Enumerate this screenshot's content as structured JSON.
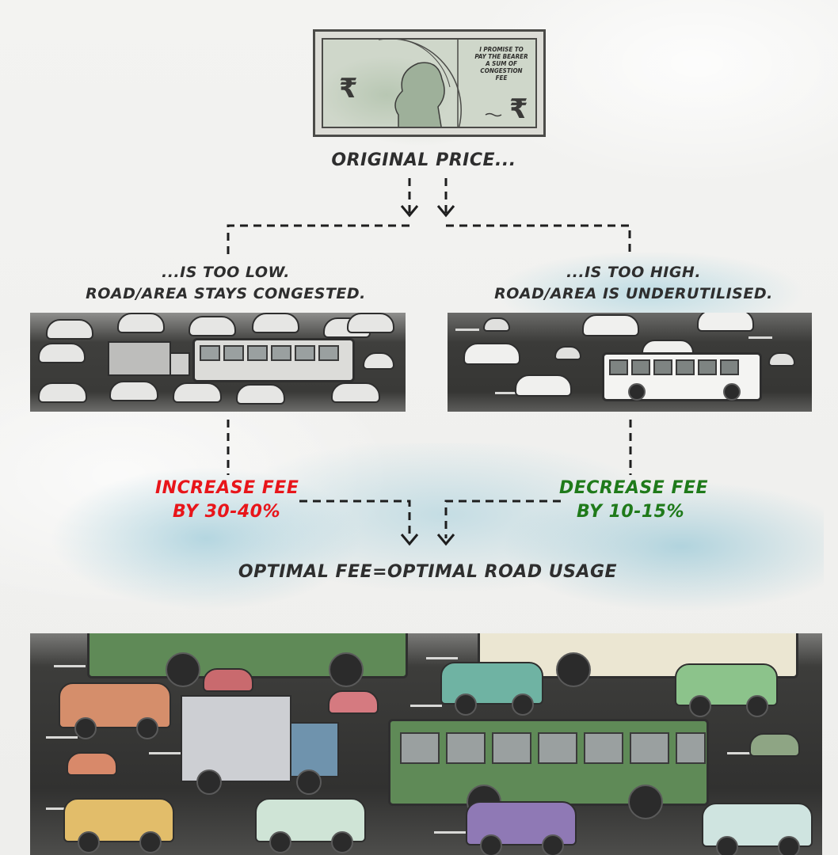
{
  "banknote": {
    "promise_text": "I PROMISE TO PAY THE BEARER A SUM OF CONGESTION FEE",
    "rupee_symbol": "₹"
  },
  "labels": {
    "original_price": "ORIGINAL PRICE...",
    "too_low_line1": "...IS TOO LOW.",
    "too_low_line2": "ROAD/AREA STAYS CONGESTED.",
    "too_high_line1": "...IS TOO HIGH.",
    "too_high_line2": "ROAD/AREA IS UNDERUTILISED.",
    "increase_line1": "INCREASE FEE",
    "increase_line2": "BY 30-40%",
    "decrease_line1": "DECREASE FEE",
    "decrease_line2": "BY 10-15%",
    "optimal": "OPTIMAL FEE=OPTIMAL ROAD USAGE"
  },
  "colors": {
    "increase": "#e8151a",
    "decrease": "#1f7a1a",
    "text": "#2e2e2e",
    "bus_green": "#5f8a57",
    "bus_cream": "#ebe6d2"
  }
}
